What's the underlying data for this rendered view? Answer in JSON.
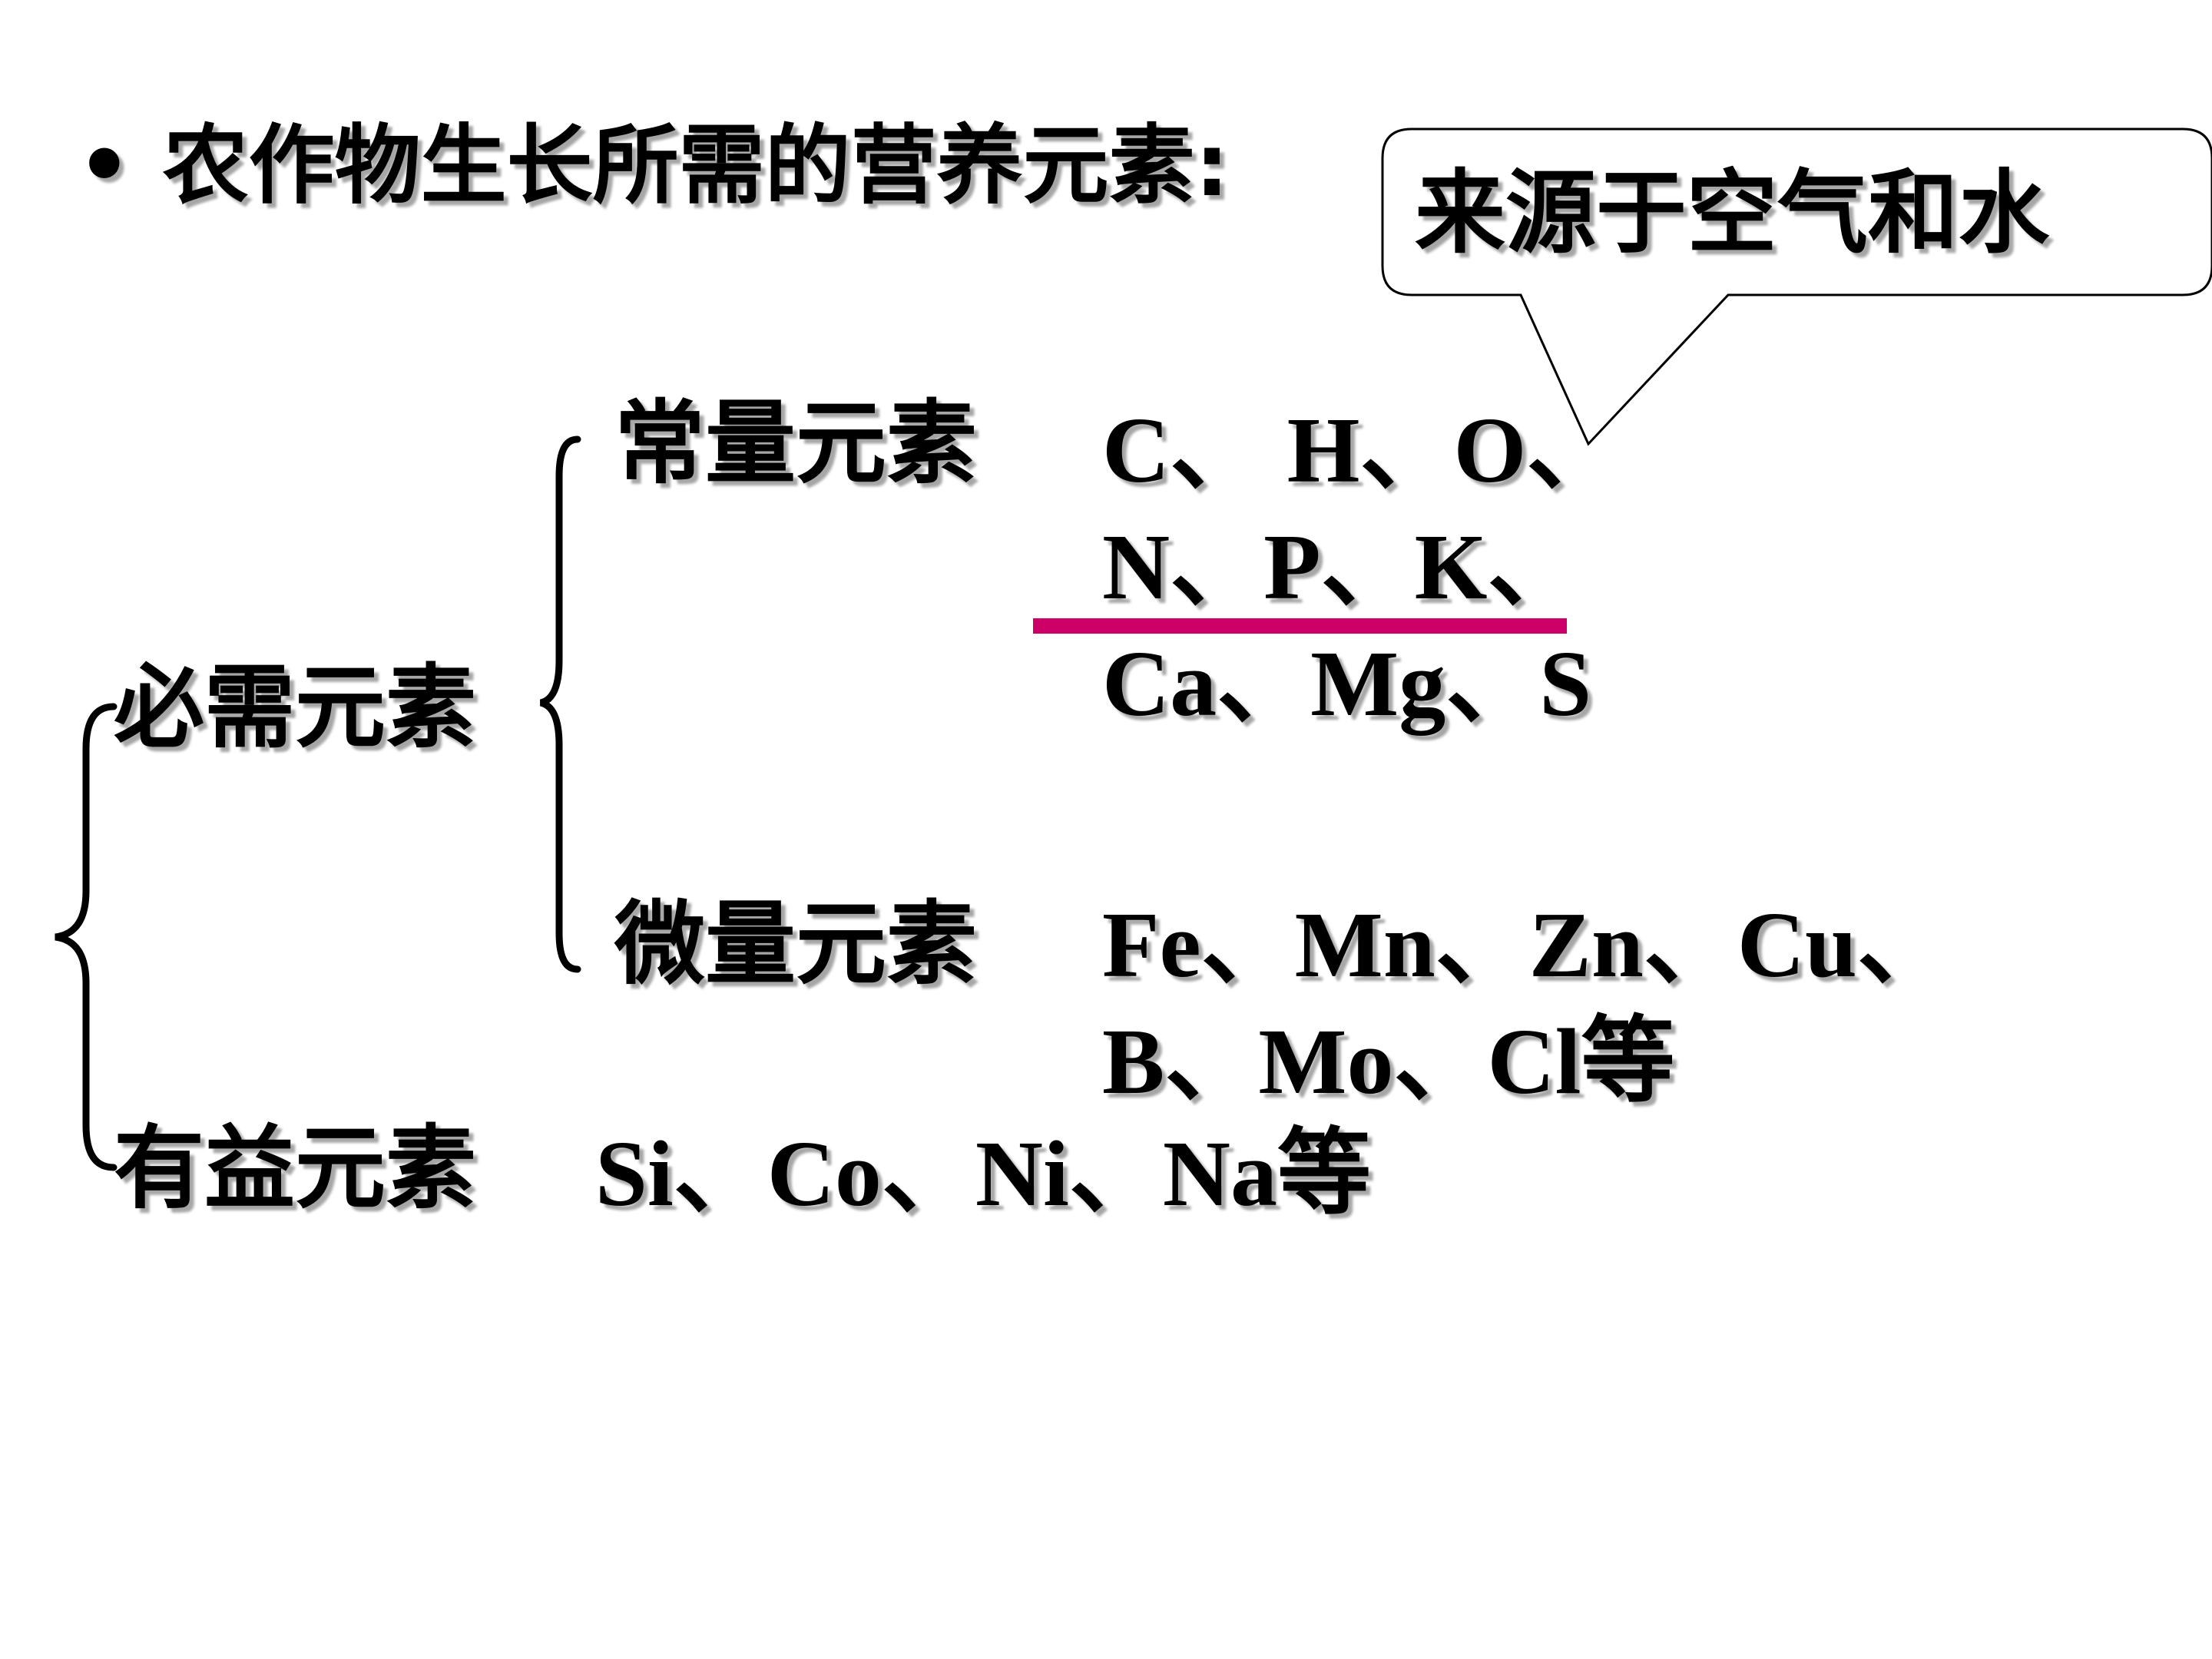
{
  "title": "农作物生长所需的营养元素:",
  "bullet": "•",
  "callout": "来源于空气和水",
  "groups": {
    "essential": "必需元素",
    "beneficial": "有益元素",
    "macro": "常量元素",
    "micro": "微量元素"
  },
  "macro_lines": [
    "C、 H、O、",
    "N、P、K、",
    "Ca、Mg、S"
  ],
  "micro_lines": [
    "Fe、Mn、Zn、Cu、",
    "B、Mo、Cl等"
  ],
  "beneficial_elements": "Si、Co、Ni、Na等",
  "colors": {
    "underline": "#cc0066",
    "text": "#000000"
  }
}
